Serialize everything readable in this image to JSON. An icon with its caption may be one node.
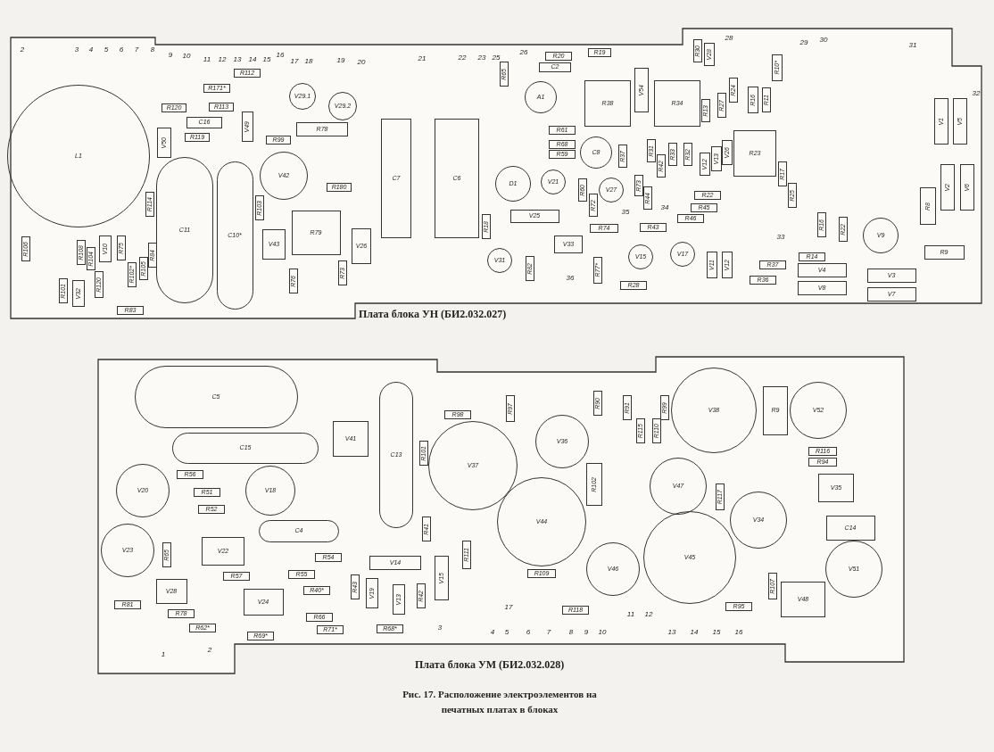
{
  "diagram": {
    "caption": "Рис. 17. Расположение электроэлементов на печатных платах в блоках",
    "nodes": [
      {
        "text": [
          "Плата блока УН (БИ2.032.027)"
        ]
      },
      {
        "text": [
          "L1"
        ],
        "in": 0
      },
      {
        "text": [
          "R112"
        ],
        "in": 0
      },
      {
        "text": [
          "R171*"
        ],
        "in": 0
      },
      {
        "text": [
          "R120"
        ],
        "in": 0
      },
      {
        "text": [
          "R113"
        ],
        "in": 0
      },
      {
        "text": [
          "C16"
        ],
        "in": 0
      },
      {
        "text": [
          "V49"
        ],
        "in": 0
      },
      {
        "text": [
          "V50"
        ],
        "in": 0
      },
      {
        "text": [
          "R119"
        ],
        "in": 0
      },
      {
        "text": [
          "C11"
        ],
        "in": 0
      },
      {
        "text": [
          "C10*"
        ],
        "in": 0
      },
      {
        "text": [
          "R114"
        ],
        "in": 0
      },
      {
        "text": [
          "R99"
        ],
        "in": 0
      },
      {
        "text": [
          "R78"
        ],
        "in": 0
      },
      {
        "text": [
          "V29.1"
        ],
        "in": 0
      },
      {
        "text": [
          "V29.2"
        ],
        "in": 0
      },
      {
        "text": [
          "V42"
        ],
        "in": 0
      },
      {
        "text": [
          "R180"
        ],
        "in": 0
      },
      {
        "text": [
          "R103"
        ],
        "in": 0
      },
      {
        "text": [
          "V43"
        ],
        "in": 0
      },
      {
        "text": [
          "R79"
        ],
        "in": 0
      },
      {
        "text": [
          "V26"
        ],
        "in": 0
      },
      {
        "text": [
          "R73"
        ],
        "in": 0
      },
      {
        "text": [
          "R76"
        ],
        "in": 0
      },
      {
        "text": [
          "C7"
        ],
        "in": 0
      },
      {
        "text": [
          "C6"
        ],
        "in": 0
      },
      {
        "text": [
          "R18"
        ],
        "in": 0
      },
      {
        "text": [
          "R106"
        ],
        "in": 0
      },
      {
        "text": [
          "R108"
        ],
        "in": 0
      },
      {
        "text": [
          "R104"
        ],
        "in": 0
      },
      {
        "text": [
          "V10"
        ],
        "in": 0
      },
      {
        "text": [
          "R75"
        ],
        "in": 0
      },
      {
        "text": [
          "R84"
        ],
        "in": 0
      },
      {
        "text": [
          "R102*"
        ],
        "in": 0
      },
      {
        "text": [
          "R105"
        ],
        "in": 0
      },
      {
        "text": [
          "R101"
        ],
        "in": 0
      },
      {
        "text": [
          "V32"
        ],
        "in": 0
      },
      {
        "text": [
          "R120"
        ],
        "in": 0
      },
      {
        "text": [
          "R83"
        ],
        "in": 0
      },
      {
        "text": [
          "R65"
        ],
        "in": 0
      },
      {
        "text": [
          "R20"
        ],
        "in": 0
      },
      {
        "text": [
          "C2"
        ],
        "in": 0
      },
      {
        "text": [
          "R19"
        ],
        "in": 0
      },
      {
        "text": [
          "A1"
        ],
        "in": 0
      },
      {
        "text": [
          "R38"
        ],
        "in": 0
      },
      {
        "text": [
          "V54"
        ],
        "in": 0
      },
      {
        "text": [
          "R34"
        ],
        "in": 0
      },
      {
        "text": [
          "R30"
        ],
        "in": 0
      },
      {
        "text": [
          "V28"
        ],
        "in": 0
      },
      {
        "text": [
          "R24"
        ],
        "in": 0
      },
      {
        "text": [
          "R27"
        ],
        "in": 0
      },
      {
        "text": [
          "R13"
        ],
        "in": 0
      },
      {
        "text": [
          "R16"
        ],
        "in": 0
      },
      {
        "text": [
          "R11"
        ],
        "in": 0
      },
      {
        "text": [
          "R10*"
        ],
        "in": 0
      },
      {
        "text": [
          "R23"
        ],
        "in": 0
      },
      {
        "text": [
          "R61"
        ],
        "in": 0
      },
      {
        "text": [
          "R68"
        ],
        "in": 0
      },
      {
        "text": [
          "R59"
        ],
        "in": 0
      },
      {
        "text": [
          "C8"
        ],
        "in": 0
      },
      {
        "text": [
          "D1"
        ],
        "in": 0
      },
      {
        "text": [
          "V21"
        ],
        "in": 0
      },
      {
        "text": [
          "V27"
        ],
        "in": 0
      },
      {
        "text": [
          "R60"
        ],
        "in": 0
      },
      {
        "text": [
          "R72"
        ],
        "in": 0
      },
      {
        "text": [
          "R37"
        ],
        "in": 0
      },
      {
        "text": [
          "R73"
        ],
        "in": 0
      },
      {
        "text": [
          "R44"
        ],
        "in": 0
      },
      {
        "text": [
          "R31"
        ],
        "in": 0
      },
      {
        "text": [
          "R42"
        ],
        "in": 0
      },
      {
        "text": [
          "R33"
        ],
        "in": 0
      },
      {
        "text": [
          "R32"
        ],
        "in": 0
      },
      {
        "text": [
          "V12"
        ],
        "in": 0
      },
      {
        "text": [
          "V13"
        ],
        "in": 0
      },
      {
        "text": [
          "V26"
        ],
        "in": 0
      },
      {
        "text": [
          "R22"
        ],
        "in": 0
      },
      {
        "text": [
          "R45"
        ],
        "in": 0
      },
      {
        "text": [
          "R46"
        ],
        "in": 0
      },
      {
        "text": [
          "R43"
        ],
        "in": 0
      },
      {
        "text": [
          "R74"
        ],
        "in": 0
      },
      {
        "text": [
          "V25"
        ],
        "in": 0
      },
      {
        "text": [
          "V33"
        ],
        "in": 0
      },
      {
        "text": [
          "V31"
        ],
        "in": 0
      },
      {
        "text": [
          "R82"
        ],
        "in": 0
      },
      {
        "text": [
          "R77*"
        ],
        "in": 0
      },
      {
        "text": [
          "V15"
        ],
        "in": 0
      },
      {
        "text": [
          "V17"
        ],
        "in": 0
      },
      {
        "text": [
          "R28"
        ],
        "in": 0
      },
      {
        "text": [
          "V11"
        ],
        "in": 0
      },
      {
        "text": [
          "V12"
        ],
        "in": 0
      },
      {
        "text": [
          "R37"
        ],
        "in": 0
      },
      {
        "text": [
          "R36"
        ],
        "in": 0
      },
      {
        "text": [
          "R14"
        ],
        "in": 0
      },
      {
        "text": [
          "V4"
        ],
        "in": 0
      },
      {
        "text": [
          "V8"
        ],
        "in": 0
      },
      {
        "text": [
          "V3"
        ],
        "in": 0
      },
      {
        "text": [
          "V7"
        ],
        "in": 0
      },
      {
        "text": [
          "R17"
        ],
        "in": 0
      },
      {
        "text": [
          "R25"
        ],
        "in": 0
      },
      {
        "text": [
          "R16"
        ],
        "in": 0
      },
      {
        "text": [
          "R22"
        ],
        "in": 0
      },
      {
        "text": [
          "V9"
        ],
        "in": 0
      },
      {
        "text": [
          "R8"
        ],
        "in": 0
      },
      {
        "text": [
          "R9"
        ],
        "in": 0
      },
      {
        "text": [
          "V1"
        ],
        "in": 0
      },
      {
        "text": [
          "V5"
        ],
        "in": 0
      },
      {
        "text": [
          "V2"
        ],
        "in": 0
      },
      {
        "text": [
          "V6"
        ],
        "in": 0
      },
      {
        "text": [
          "Плата блока УМ (БИ2.032.028)"
        ]
      },
      {
        "text": [
          "C5"
        ],
        "in": 109
      },
      {
        "text": [
          "C15"
        ],
        "in": 109
      },
      {
        "text": [
          "V41"
        ],
        "in": 109
      },
      {
        "text": [
          "C13"
        ],
        "in": 109
      },
      {
        "text": [
          "R98"
        ],
        "in": 109
      },
      {
        "text": [
          "R97"
        ],
        "in": 109
      },
      {
        "text": [
          "V37"
        ],
        "in": 109
      },
      {
        "text": [
          "R101"
        ],
        "in": 109
      },
      {
        "text": [
          "V20"
        ],
        "in": 109
      },
      {
        "text": [
          "R56"
        ],
        "in": 109
      },
      {
        "text": [
          "R51"
        ],
        "in": 109
      },
      {
        "text": [
          "R52"
        ],
        "in": 109
      },
      {
        "text": [
          "V18"
        ],
        "in": 109
      },
      {
        "text": [
          "V23"
        ],
        "in": 109
      },
      {
        "text": [
          "R65"
        ],
        "in": 109
      },
      {
        "text": [
          "V22"
        ],
        "in": 109
      },
      {
        "text": [
          "C4"
        ],
        "in": 109
      },
      {
        "text": [
          "R54"
        ],
        "in": 109
      },
      {
        "text": [
          "V14"
        ],
        "in": 109
      },
      {
        "text": [
          "R41"
        ],
        "in": 109
      },
      {
        "text": [
          "V15"
        ],
        "in": 109
      },
      {
        "text": [
          "R111"
        ],
        "in": 109
      },
      {
        "text": [
          "R43"
        ],
        "in": 109
      },
      {
        "text": [
          "V19"
        ],
        "in": 109
      },
      {
        "text": [
          "V13"
        ],
        "in": 109
      },
      {
        "text": [
          "R42"
        ],
        "in": 109
      },
      {
        "text": [
          "R40*"
        ],
        "in": 109
      },
      {
        "text": [
          "R55"
        ],
        "in": 109
      },
      {
        "text": [
          "R57"
        ],
        "in": 109
      },
      {
        "text": [
          "V28"
        ],
        "in": 109
      },
      {
        "text": [
          "V24"
        ],
        "in": 109
      },
      {
        "text": [
          "R81"
        ],
        "in": 109
      },
      {
        "text": [
          "R78"
        ],
        "in": 109
      },
      {
        "text": [
          "R62*"
        ],
        "in": 109
      },
      {
        "text": [
          "R69*"
        ],
        "in": 109
      },
      {
        "text": [
          "R66"
        ],
        "in": 109
      },
      {
        "text": [
          "R71*"
        ],
        "in": 109
      },
      {
        "text": [
          "R68*"
        ],
        "in": 109
      },
      {
        "text": [
          "V36"
        ],
        "in": 109
      },
      {
        "text": [
          "R90"
        ],
        "in": 109
      },
      {
        "text": [
          "R91"
        ],
        "in": 109
      },
      {
        "text": [
          "R115"
        ],
        "in": 109
      },
      {
        "text": [
          "R110"
        ],
        "in": 109
      },
      {
        "text": [
          "R99"
        ],
        "in": 109
      },
      {
        "text": [
          "V38"
        ],
        "in": 109
      },
      {
        "text": [
          "R9"
        ],
        "in": 109
      },
      {
        "text": [
          "V52"
        ],
        "in": 109
      },
      {
        "text": [
          "R116"
        ],
        "in": 109
      },
      {
        "text": [
          "R94"
        ],
        "in": 109
      },
      {
        "text": [
          "V35"
        ],
        "in": 109
      },
      {
        "text": [
          "C14"
        ],
        "in": 109
      },
      {
        "text": [
          "V51"
        ],
        "in": 109
      },
      {
        "text": [
          "V48"
        ],
        "in": 109
      },
      {
        "text": [
          "R107"
        ],
        "in": 109
      },
      {
        "text": [
          "R95"
        ],
        "in": 109
      },
      {
        "text": [
          "V34"
        ],
        "in": 109
      },
      {
        "text": [
          "R117"
        ],
        "in": 109
      },
      {
        "text": [
          "V47"
        ],
        "in": 109
      },
      {
        "text": [
          "R102"
        ],
        "in": 109
      },
      {
        "text": [
          "V44"
        ],
        "in": 109
      },
      {
        "text": [
          "V45"
        ],
        "in": 109
      },
      {
        "text": [
          "V46"
        ],
        "in": 109
      },
      {
        "text": [
          "R109"
        ],
        "in": 109
      },
      {
        "text": [
          "R118"
        ],
        "in": 109
      }
    ],
    "labels": [
      "2",
      "3",
      "4",
      "5",
      "6",
      "7",
      "8",
      "9",
      "10",
      "11",
      "12",
      "13",
      "14",
      "15",
      "16",
      "17",
      "18",
      "19",
      "20",
      "21",
      "22",
      "23",
      "25",
      "26",
      "28",
      "29",
      "30",
      "31",
      "32",
      "33",
      "34",
      "35",
      "36",
      "1",
      "2",
      "3",
      "4",
      "5",
      "17",
      "6",
      "7",
      "8",
      "9",
      "10",
      "11",
      "12",
      "13",
      "14",
      "15",
      "16"
    ]
  }
}
